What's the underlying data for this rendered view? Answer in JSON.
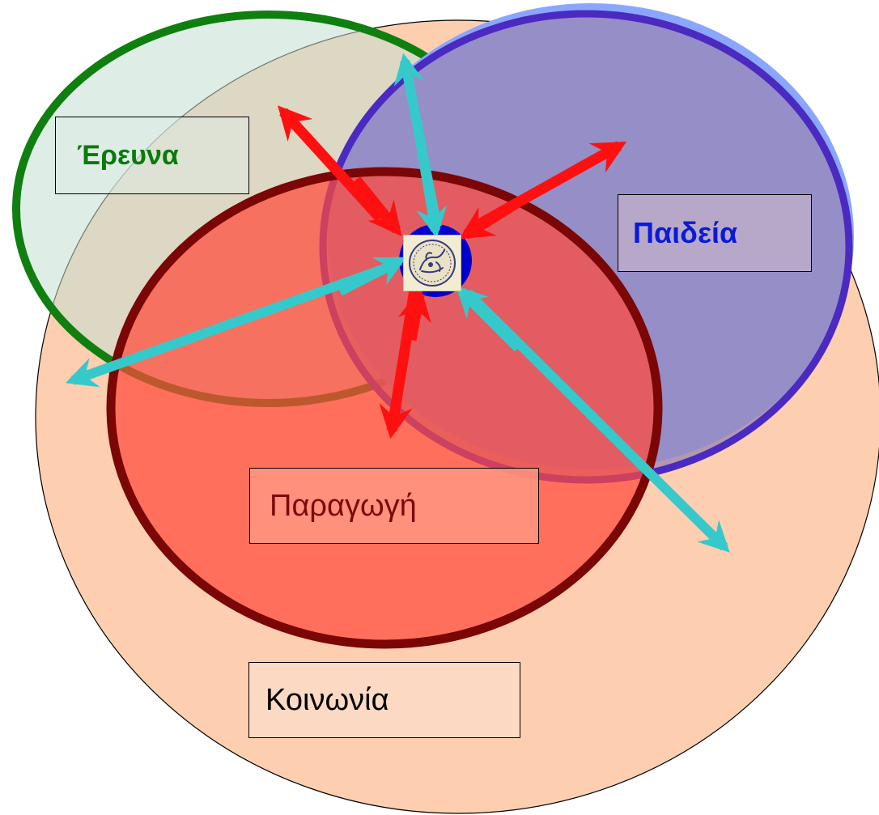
{
  "labels": {
    "research": "Έρευνα",
    "education": "Παιδεία",
    "production": "Παραγωγή",
    "society": "Κοινωνία"
  },
  "colors": {
    "society_fill": "#fdcfb0",
    "research_stroke": "#0f7f0f",
    "research_fill": "#c3e0d3",
    "education_stroke": "#1010e8",
    "education_fill": "#9a86b3",
    "production_stroke": "#7a0606",
    "production_fill": "#ff5a4a",
    "arrow_red": "#ff1010",
    "arrow_cyan": "#36c9cc",
    "center_blue": "#0000cc"
  },
  "icons": {
    "center_logo": "institution-seal-icon"
  }
}
